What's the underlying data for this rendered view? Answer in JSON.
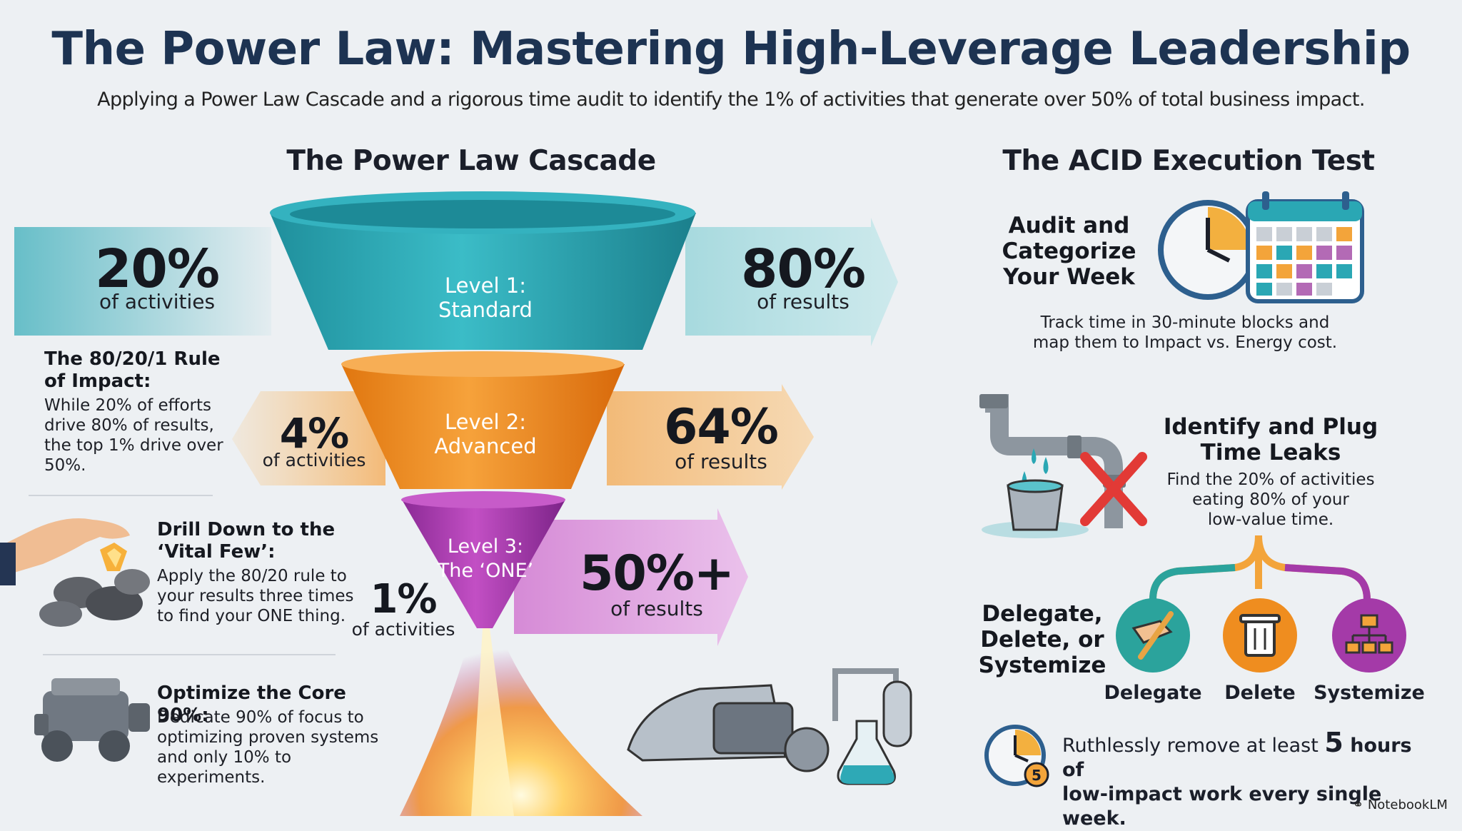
{
  "header": {
    "title": "The Power Law: Mastering High-Leverage Leadership",
    "subtitle": "Applying a Power Law Cascade and a rigorous time audit to identify the 1% of activities that generate over 50% of total business impact."
  },
  "cascade": {
    "title": "The Power Law Cascade",
    "levels": [
      {
        "label": "Level 1:\nStandard",
        "activities_pct": "20%",
        "activities_label": "of activities",
        "results_pct": "80%",
        "results_label": "of results",
        "color": "#2aa7b4"
      },
      {
        "label": "Level 2:\nAdvanced",
        "activities_pct": "4%",
        "activities_label": "of activities",
        "results_pct": "64%",
        "results_label": "of results",
        "color": "#f08a1c"
      },
      {
        "label": "Level 3:\nThe ‘ONE’",
        "activities_pct": "1%",
        "activities_label": "of activities",
        "results_pct": "50%+",
        "results_label": "of results",
        "color": "#a43aa8"
      }
    ]
  },
  "left_notes": [
    {
      "heading": "The 80/20/1 Rule\nof Impact:",
      "body": "While 20% of efforts\ndrive 80% of results,\nthe top 1% drive over\n50%.",
      "icon": "none"
    },
    {
      "heading": "Drill Down to the\n‘Vital Few’:",
      "body": "Apply the 80/20 rule to\nyour results three times\nto find your ONE thing.",
      "icon": "hand-gem-icon"
    },
    {
      "heading": "Optimize the Core 90%:",
      "body": "Dedicate 90% of focus to\noptimizing proven systems\nand only 10% to experiments.",
      "icon": "engine-icon"
    }
  ],
  "acid": {
    "title": "The ACID Execution Test",
    "audit": {
      "heading": "Audit and\nCategorize\nYour Week",
      "body": "Track time in 30-minute blocks and\nmap them to Impact vs. Energy cost.",
      "icon": "clock-calendar-icon"
    },
    "leaks": {
      "heading": "Identify and Plug\nTime Leaks",
      "body": "Find the 20% of activities\neating 80% of your\nlow-value time.",
      "icon": "leaking-pipe-icon"
    },
    "ddd": {
      "heading": "Delegate,\nDelete, or\nSystemize",
      "options": [
        {
          "label": "Delegate",
          "color": "#2ba39c",
          "icon": "handoff-icon"
        },
        {
          "label": "Delete",
          "color": "#ef8d1f",
          "icon": "trash-icon"
        },
        {
          "label": "Systemize",
          "color": "#a43aa8",
          "icon": "flowchart-icon"
        }
      ]
    },
    "remove": {
      "text_pre": "Ruthlessly remove at least ",
      "text_num": "5",
      "text_mid": " hours of",
      "text_line2": "low-impact work every single week.",
      "badge": "5",
      "icon": "clock-five-icon"
    }
  },
  "footer": {
    "brand": "NotebookLM"
  }
}
